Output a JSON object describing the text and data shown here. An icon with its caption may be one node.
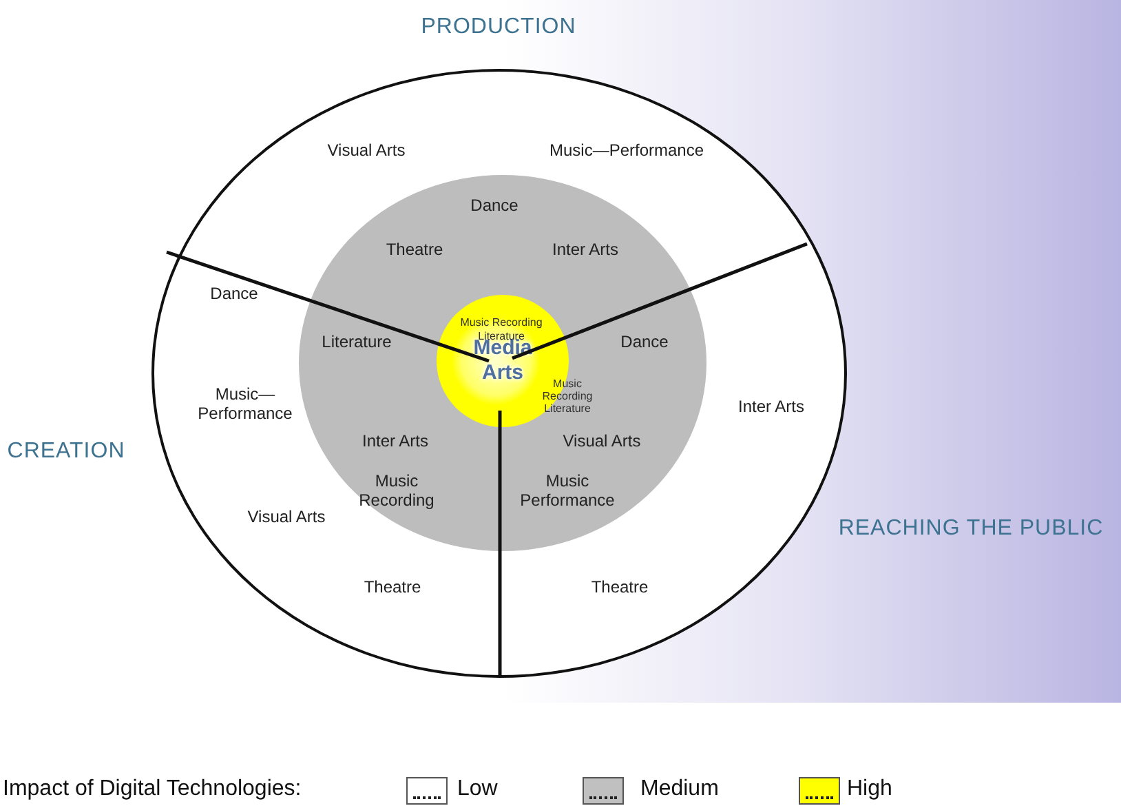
{
  "diagram": {
    "nodes": [
      {
        "text": [],
        "shape": "circle"
      },
      {
        "text": [],
        "shape": "circle",
        "in": 0
      },
      {
        "text": [
          "Media Arts"
        ],
        "in": 1
      }
    ],
    "edges": [],
    "labels": [
      "PRODUCTION",
      "Visual Arts",
      "Music—Performance",
      "Dance",
      "Theatre",
      "Inter Arts",
      "Dance",
      "Music Recording",
      "Literature",
      "Literature",
      "Dance",
      "Music— Performance",
      "Music Recording Literature",
      "Inter Arts",
      "CREATION",
      "Inter Arts",
      "Visual Arts",
      "Music Recording",
      "Music Performance",
      "Visual Arts",
      "REACHING THE PUBLIC",
      "Theatre",
      "Theatre",
      "Impact of Digital Technologies:"
    ],
    "legend": [
      {
        "text": "Low",
        "color": "#ffffff"
      },
      {
        "text": "Medium",
        "color": "#c0c0c0"
      },
      {
        "text": "High",
        "color": "#ffff00"
      }
    ]
  }
}
